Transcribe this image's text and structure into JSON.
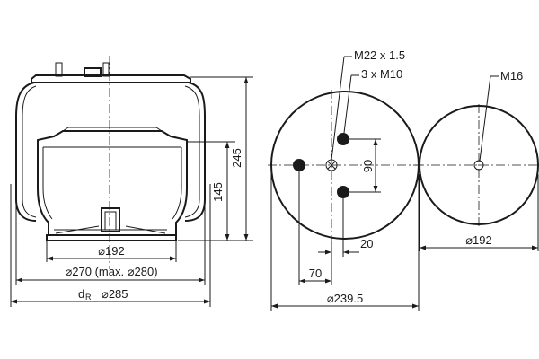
{
  "dimensions": {
    "height_total": "245",
    "height_piston": "145",
    "dia_piston": "⌀192",
    "dia_bellow": "⌀270 (max. ⌀280)",
    "dr_symbol": "d",
    "dr_sub": "R",
    "dia_dr": "⌀285"
  },
  "top_plate": {
    "thread_center": "M22 x 1.5",
    "bolt_holes": "3 x M10",
    "spacing_vertical": "90",
    "offset_small": "20",
    "offset_large": "70",
    "diameter": "⌀239.5"
  },
  "bottom_plate": {
    "thread": "M16",
    "diameter": "⌀192"
  },
  "colors": {
    "ink": "#1a1a1a",
    "background": "#ffffff"
  }
}
